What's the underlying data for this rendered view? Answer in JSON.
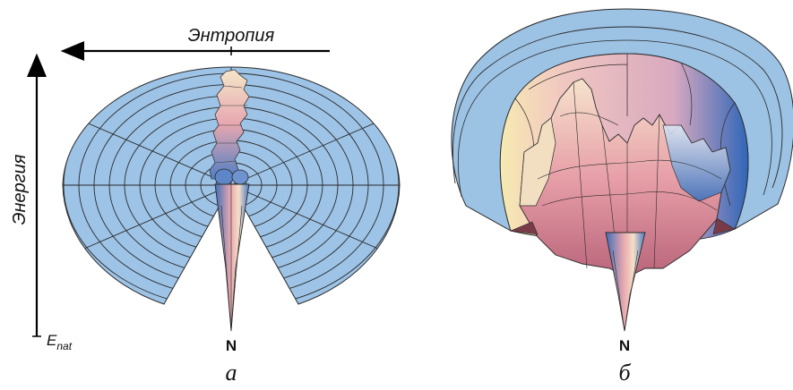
{
  "axes": {
    "entropy_label": "Энтропия",
    "energy_label": "Энергия",
    "e_nat_main": "E",
    "e_nat_sub": "nat"
  },
  "panels": {
    "a": {
      "caption": "а",
      "native_label": "N"
    },
    "b": {
      "caption": "б",
      "native_label": "N"
    }
  },
  "colors": {
    "disk_fill": "#9dc3e6",
    "grid_line": "#2a2a2a",
    "funnel_pink": "#e9a8b0",
    "funnel_blue": "#4f7fc4",
    "funnel_cream": "#f3e6c4",
    "arrow": "#000000"
  }
}
